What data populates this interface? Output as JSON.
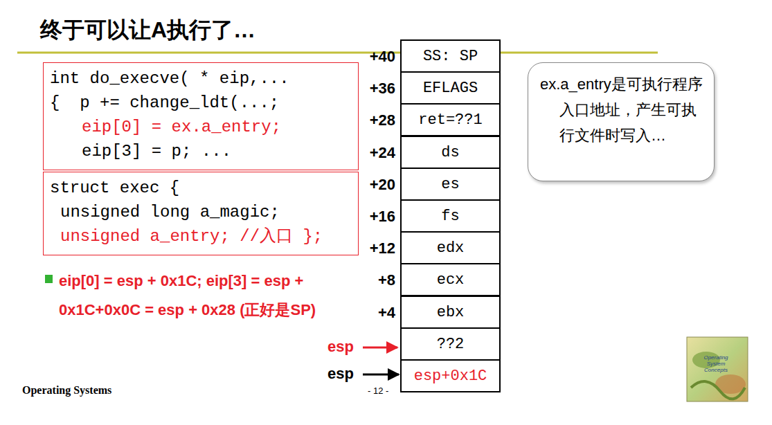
{
  "diagram": {
    "title": "终于可以让A执行了…",
    "nodes": [
      {
        "text": [
          "int do_execve( * eip,...",
          "{  p += change_ldt(...;",
          "eip[0] = ex.a_entry;",
          "eip[3] = p; ..."
        ]
      },
      {
        "text": [
          "struct exec {",
          "unsigned long a_magic;",
          "unsigned a_entry; //入口 };"
        ]
      },
      {
        "text": [
          "SS: SP"
        ]
      },
      {
        "text": [
          "EFLAGS"
        ]
      },
      {
        "text": [
          "ret=??1"
        ]
      },
      {
        "text": [
          "ds"
        ]
      },
      {
        "text": [
          "es"
        ]
      },
      {
        "text": [
          "fs"
        ]
      },
      {
        "text": [
          "edx"
        ]
      },
      {
        "text": [
          "ecx"
        ]
      },
      {
        "text": [
          "ebx"
        ]
      },
      {
        "text": [
          "??2"
        ]
      },
      {
        "text": [
          "esp+0x1C"
        ]
      },
      {
        "text": [
          "ex.a_entry是可执行程序入口地址，产生可执行文件时写入…"
        ]
      }
    ],
    "labels": [
      "+40",
      "+36",
      "+28",
      "+24",
      "+20",
      "+16",
      "+12",
      "+8",
      "+4",
      "eip[0] = esp + 0x1C; eip[3] = esp + 0x1C+0x0C = esp + 0x28 (正好是SP)",
      "esp",
      "esp",
      "Operating Systems",
      "- 12 -",
      "Operating System Concepts"
    ]
  }
}
